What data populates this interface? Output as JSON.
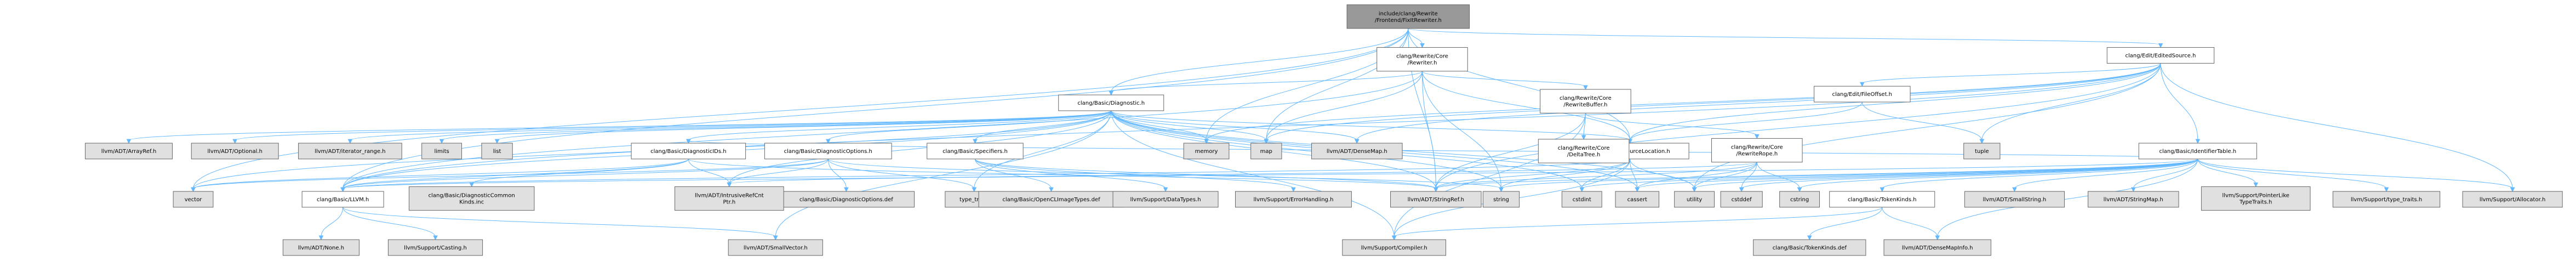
{
  "colors": {
    "root_fill": "#999999",
    "local_fill": "#ffffff",
    "system_fill": "#e0e0e0",
    "highlight_border": "#ff0000",
    "edge": "#63b8ff"
  },
  "graph": {
    "nodes": [
      {
        "id": "root",
        "label": "include/clang/Rewrite\n/Frontend/FixItRewriter.h",
        "kind": "root"
      },
      {
        "id": "diag",
        "label": "clang/Basic/Diagnostic.h",
        "kind": "local"
      },
      {
        "id": "diagIDs",
        "label": "clang/Basic/DiagnosticIDs.h",
        "kind": "local"
      },
      {
        "id": "diagCommon",
        "label": "clang/Basic/DiagnosticCommon\nKinds.inc",
        "kind": "system"
      },
      {
        "id": "llvmh",
        "label": "clang/Basic/LLVM.h",
        "kind": "local"
      },
      {
        "id": "none",
        "label": "llvm/ADT/None.h",
        "kind": "system"
      },
      {
        "id": "casting",
        "label": "llvm/Support/Casting.h",
        "kind": "system"
      },
      {
        "id": "smallvec",
        "label": "llvm/ADT/SmallVector.h",
        "kind": "system"
      },
      {
        "id": "optional",
        "label": "llvm/ADT/Optional.h",
        "kind": "system"
      },
      {
        "id": "stringref",
        "label": "llvm/ADT/StringRef.h",
        "kind": "system"
      },
      {
        "id": "compiler",
        "label": "llvm/Support/Compiler.h",
        "kind": "system"
      },
      {
        "id": "vector",
        "label": "vector",
        "kind": "system"
      },
      {
        "id": "diagOpts",
        "label": "clang/Basic/DiagnosticOptions.h",
        "kind": "local"
      },
      {
        "id": "diagOptsDef",
        "label": "clang/Basic/DiagnosticOptions.def",
        "kind": "system"
      },
      {
        "id": "intrusive",
        "label": "llvm/ADT/IntrusiveRefCnt\nPtr.h",
        "kind": "system"
      },
      {
        "id": "string",
        "label": "string",
        "kind": "system"
      },
      {
        "id": "typetraits",
        "label": "type_traits",
        "kind": "system"
      },
      {
        "id": "srcloc",
        "label": "clang/Basic/SourceLocation.h",
        "kind": "local"
      },
      {
        "id": "cassert",
        "label": "cassert",
        "kind": "system"
      },
      {
        "id": "cstdint",
        "label": "cstdint",
        "kind": "system"
      },
      {
        "id": "utility",
        "label": "utility",
        "kind": "system"
      },
      {
        "id": "specifiers",
        "label": "clang/Basic/Specifiers.h",
        "kind": "local"
      },
      {
        "id": "openclimg",
        "label": "clang/Basic/OpenCLImageTypes.def",
        "kind": "system"
      },
      {
        "id": "datatypes",
        "label": "llvm/Support/DataTypes.h",
        "kind": "system"
      },
      {
        "id": "errhandling",
        "label": "llvm/Support/ErrorHandling.h",
        "kind": "system"
      },
      {
        "id": "arrayref",
        "label": "llvm/ADT/ArrayRef.h",
        "kind": "system"
      },
      {
        "id": "densemap",
        "label": "llvm/ADT/DenseMap.h",
        "kind": "system"
      },
      {
        "id": "iterrange",
        "label": "llvm/ADT/iterator_range.h",
        "kind": "system"
      },
      {
        "id": "cstddef",
        "label": "cstddef",
        "kind": "system"
      },
      {
        "id": "limits",
        "label": "limits",
        "kind": "system"
      },
      {
        "id": "list",
        "label": "list",
        "kind": "system"
      },
      {
        "id": "map",
        "label": "map",
        "kind": "system"
      },
      {
        "id": "memory",
        "label": "memory",
        "kind": "system"
      },
      {
        "id": "editedsrc",
        "label": "clang/Edit/EditedSource.h",
        "kind": "local"
      },
      {
        "id": "identtable",
        "label": "clang/Basic/IdentifierTable.h",
        "kind": "local"
      },
      {
        "id": "tokenkinds",
        "label": "clang/Basic/TokenKinds.h",
        "kind": "local"
      },
      {
        "id": "tokenkindsdef",
        "label": "clang/Basic/TokenKinds.def",
        "kind": "system"
      },
      {
        "id": "densemapinfo",
        "label": "llvm/ADT/DenseMapInfo.h",
        "kind": "system"
      },
      {
        "id": "smallstring",
        "label": "llvm/ADT/SmallString.h",
        "kind": "system"
      },
      {
        "id": "stringmap",
        "label": "llvm/ADT/StringMap.h",
        "kind": "system"
      },
      {
        "id": "ptrlike",
        "label": "llvm/Support/PointerLike\nTypeTraits.h",
        "kind": "system"
      },
      {
        "id": "typetraitsh",
        "label": "llvm/Support/type_traits.h",
        "kind": "system"
      },
      {
        "id": "allocator",
        "label": "llvm/Support/Allocator.h",
        "kind": "system"
      },
      {
        "id": "cstring",
        "label": "cstring",
        "kind": "system"
      },
      {
        "id": "fileoffset",
        "label": "clang/Edit/FileOffset.h",
        "kind": "local"
      },
      {
        "id": "tuple",
        "label": "tuple",
        "kind": "system"
      },
      {
        "id": "rewriter",
        "label": "clang/Rewrite/Core\n/Rewriter.h",
        "kind": "local"
      },
      {
        "id": "rewritebuf",
        "label": "clang/Rewrite/Core\n/RewriteBuffer.h",
        "kind": "local"
      },
      {
        "id": "deltatree",
        "label": "clang/Rewrite/Core\n/DeltaTree.h",
        "kind": "local"
      },
      {
        "id": "rewriterope",
        "label": "clang/Rewrite/Core\n/RewriteRope.h",
        "kind": "highlight"
      }
    ]
  }
}
